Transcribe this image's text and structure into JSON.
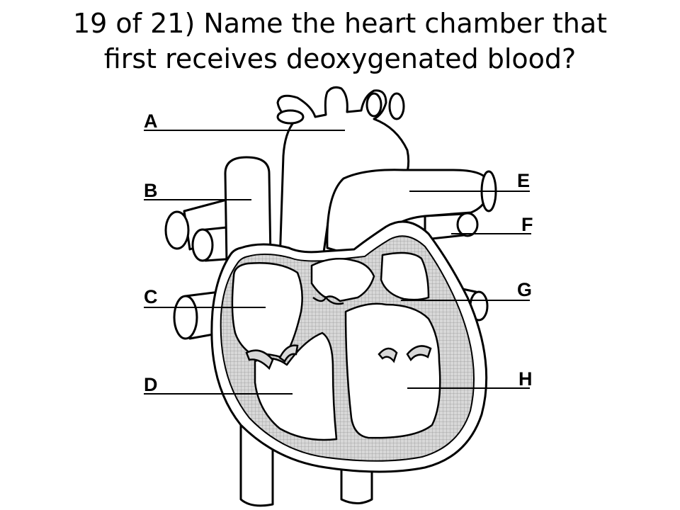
{
  "slide": {
    "question_line1": "19 of 21) Name the heart chamber that",
    "question_line2": "first receives deoxygenated blood?"
  },
  "diagram": {
    "labels": {
      "a": "A",
      "b": "B",
      "c": "C",
      "d": "D",
      "e": "E",
      "f": "F",
      "g": "G",
      "h": "H"
    }
  }
}
